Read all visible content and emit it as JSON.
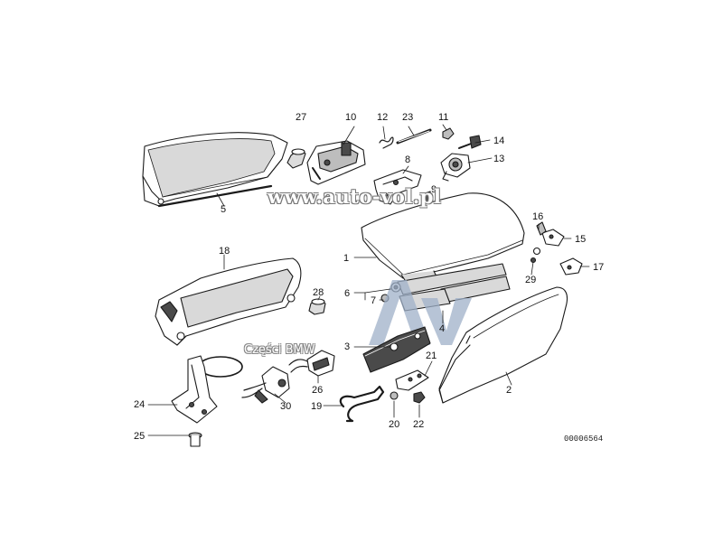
{
  "callouts": [
    "1",
    "2",
    "3",
    "4",
    "5",
    "6",
    "7",
    "8",
    "9",
    "10",
    "11",
    "12",
    "13",
    "14",
    "15",
    "16",
    "17",
    "18",
    "19",
    "20",
    "21",
    "22",
    "23",
    "24",
    "25",
    "26",
    "27",
    "28",
    "29",
    "30"
  ],
  "watermark_url": "www.auto-vol.pl",
  "watermark_brand": "Części BMW",
  "reference_number": "00006564",
  "colors": {
    "line": "#1a1a1a",
    "shade": "#bdbdbd",
    "dark": "#4a4a4a",
    "logo": "#9fb0c8"
  }
}
